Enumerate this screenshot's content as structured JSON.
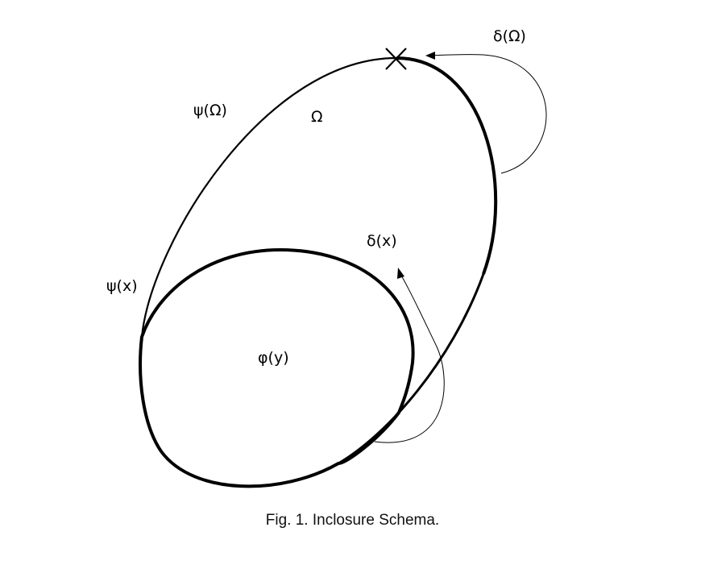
{
  "diagram": {
    "labels": {
      "psi_omega": "ψ(Ω)",
      "omega": "Ω",
      "psi_x": "ψ(x)",
      "phi_y": "φ(y)",
      "delta_omega": "δ(Ω)",
      "delta_x": "δ(x)"
    },
    "caption": "Fig. 1. Inclosure Schema."
  },
  "colors": {
    "ink": "#000000",
    "background": "#ffffff"
  }
}
